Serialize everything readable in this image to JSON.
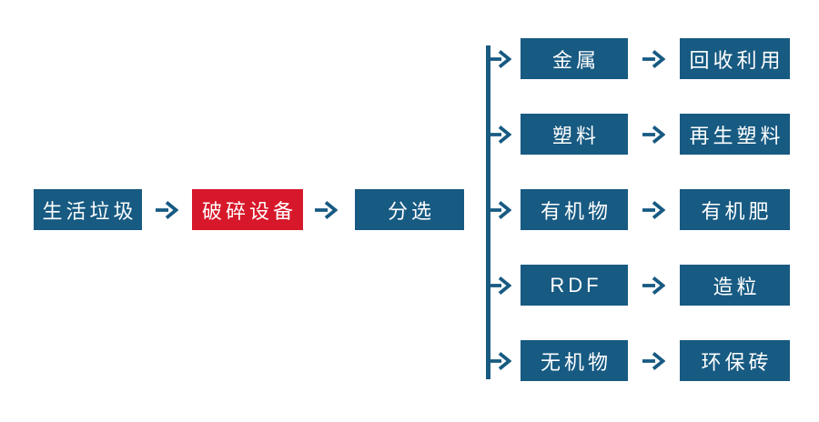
{
  "diagram": {
    "title": "household-waste-processing-flow",
    "colors": {
      "node_blue": "#175a82",
      "node_red": "#d7182a",
      "arrow_blue": "#175a82",
      "text_white": "#ffffff",
      "background": "#ffffff"
    },
    "main_flow": {
      "nodes": [
        {
          "label": "生活垃圾",
          "variant": "blue"
        },
        {
          "label": "破碎设备",
          "variant": "red"
        },
        {
          "label": "分选",
          "variant": "blue"
        }
      ]
    },
    "branches": [
      {
        "source": "金属",
        "result": "回收利用"
      },
      {
        "source": "塑料",
        "result": "再生塑料"
      },
      {
        "source": "有机物",
        "result": "有机肥"
      },
      {
        "source": "RDF",
        "result": "造粒"
      },
      {
        "source": "无机物",
        "result": "环保砖"
      }
    ]
  }
}
